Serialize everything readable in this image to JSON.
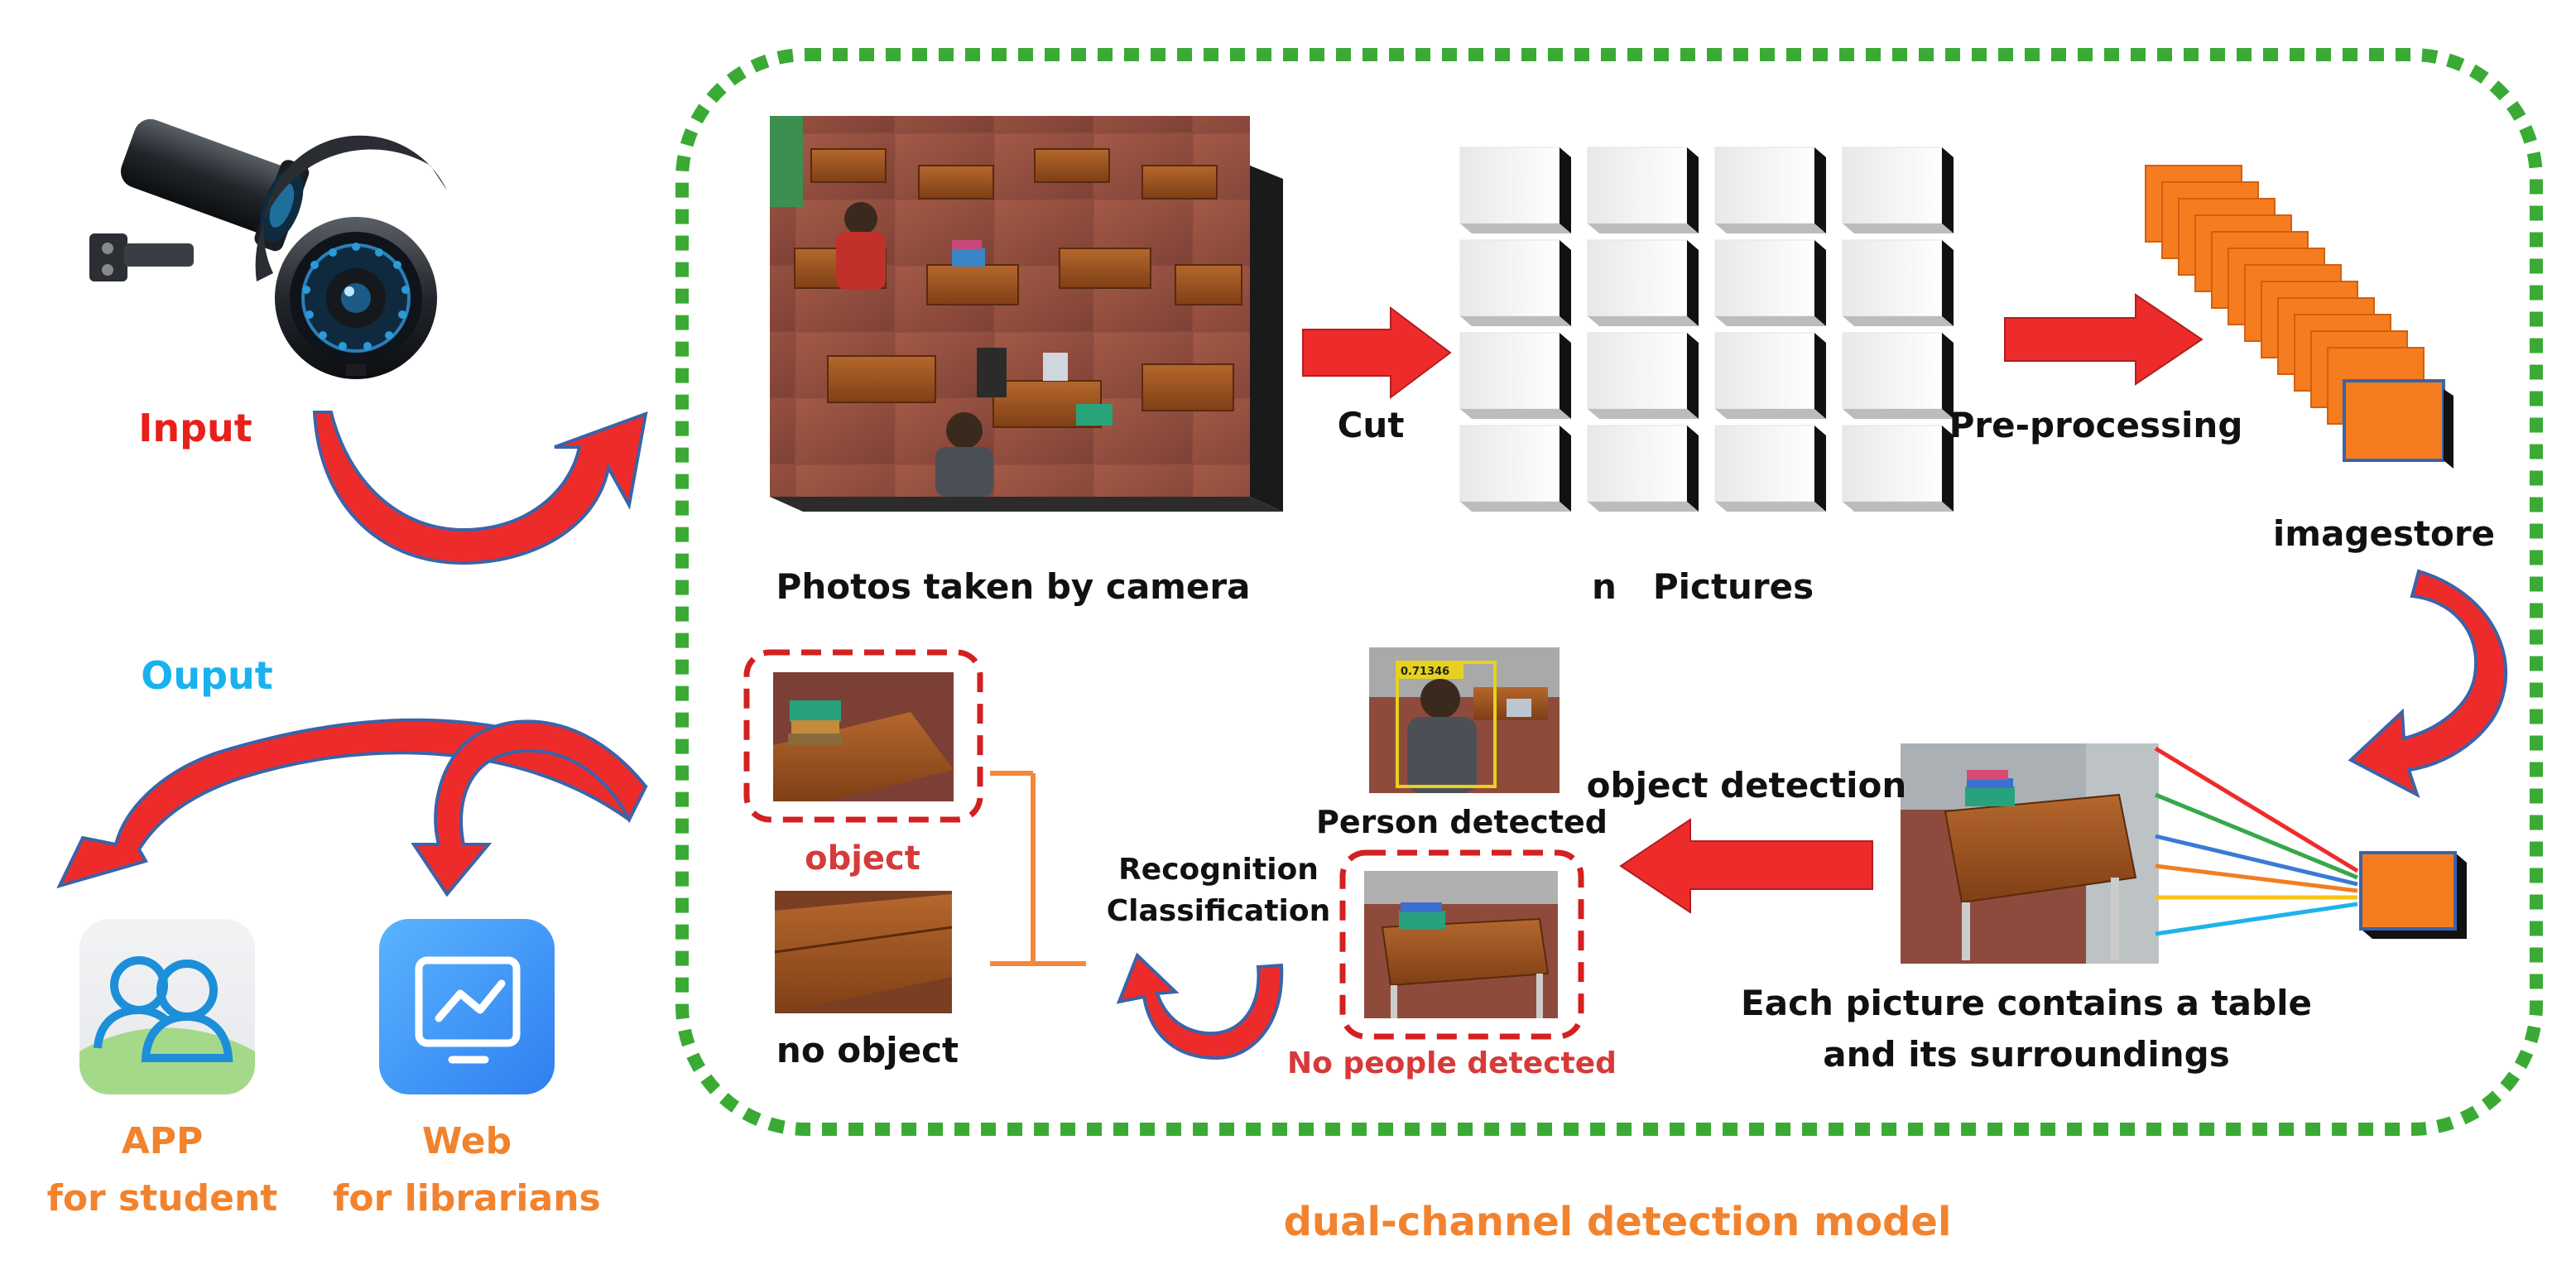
{
  "colors": {
    "red_label": "#e8201c",
    "blue_label": "#1ab2ee",
    "orange_label": "#f2832e",
    "dashed_green": "#3aaa35",
    "arrow_red": "#ee2b2b",
    "arrow_outline": "#3b63a8",
    "crimson_label": "#d63a3a",
    "frame_orange": "#f57c1f"
  },
  "labels": {
    "input": "Input",
    "output": "Ouput",
    "photos": "Photos taken by camera",
    "cut": "Cut",
    "n": "n",
    "pictures": "Pictures",
    "preprocessing": "Pre-processing",
    "imagestore": "imagestore",
    "each_line1": "Each picture contains a table",
    "each_line2": "and its surroundings",
    "object_detection": "object detection",
    "person_detected": "Person detected",
    "no_people": "No people detected",
    "score": "0.71346",
    "recog_line1": "Recognition",
    "recog_line2": "Classification",
    "object": "object",
    "no_object": "no object",
    "app_line1": "APP",
    "app_line2": "for student",
    "web_line1": "Web",
    "web_line2": "for librarians",
    "model": "dual-channel detection model"
  },
  "icons": {
    "camera": "cctv-camera-icon",
    "app": "user-group-icon",
    "web": "monitor-chart-icon"
  }
}
